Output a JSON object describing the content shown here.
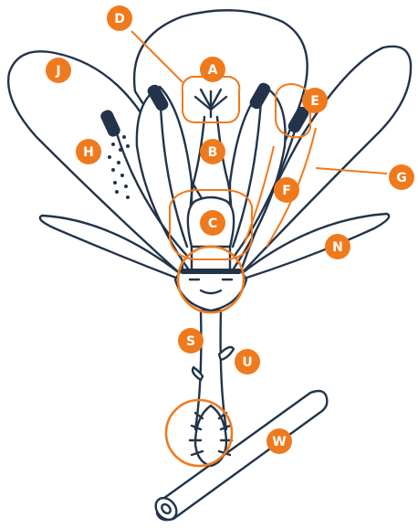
{
  "diagram": {
    "colors": {
      "outline": "#23344a",
      "accent": "#ef7a1e",
      "background": "#ffffff"
    },
    "labels": {
      "A": "A",
      "B": "B",
      "C": "C",
      "D": "D",
      "E": "E",
      "F": "F",
      "G": "G",
      "H": "H",
      "J": "J",
      "N": "N",
      "S": "S",
      "U": "U",
      "W": "W"
    }
  }
}
